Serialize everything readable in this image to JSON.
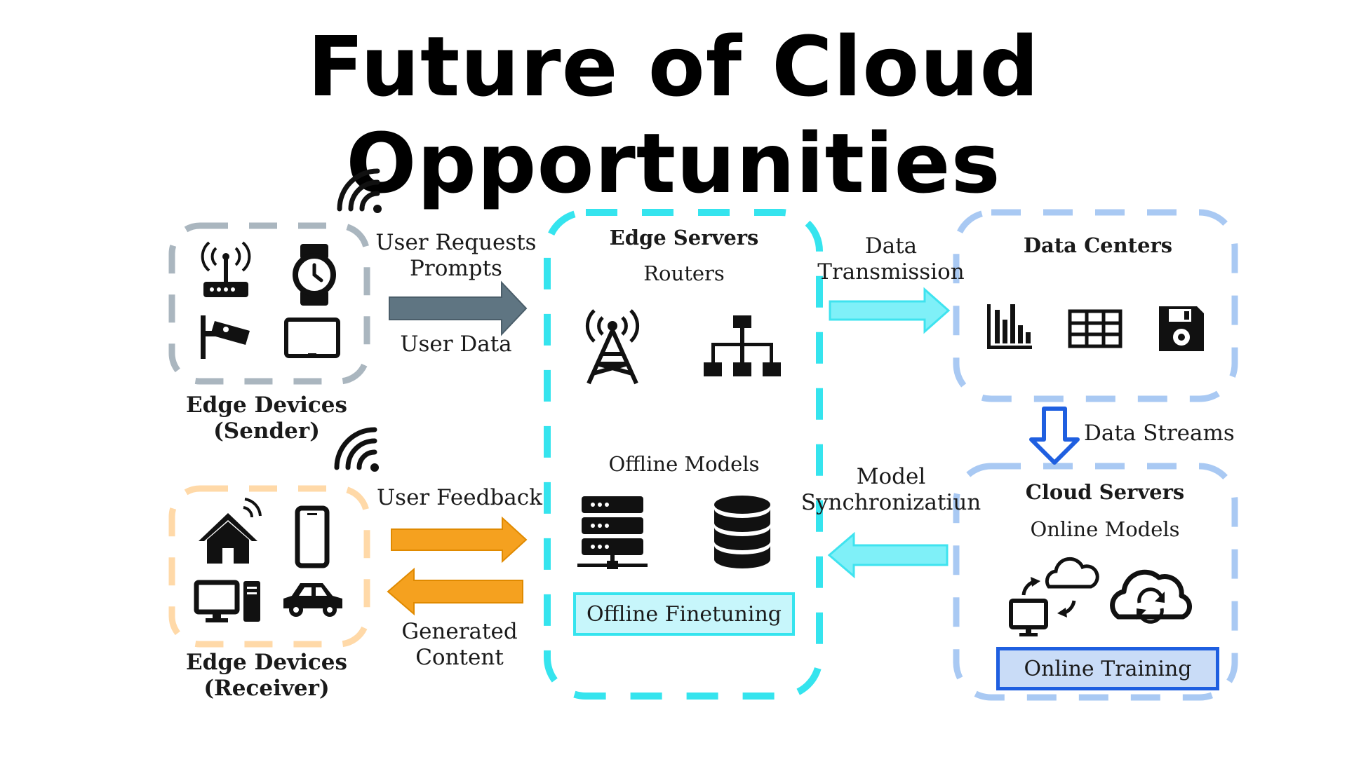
{
  "title": "Future of Cloud Opportunities",
  "colors": {
    "sender_border": "#aab6bf",
    "receiver_border": "#ffd9a8",
    "edge_server_border": "#35e4ee",
    "datacenter_border": "#a9c9f3",
    "cloud_border": "#a9c9f3",
    "gray_arrow": "#5f7582",
    "orange_arrow": "#f5a11f",
    "cyan_arrow": "#7ff0f8",
    "blue_arrow": "#1f5fe0",
    "finetune_fill": "#c7f6fb",
    "training_fill": "#c9dcf7"
  },
  "sender": {
    "label_line1": "Edge Devices",
    "label_line2": "(Sender)",
    "icons": [
      "router-icon",
      "smartwatch-icon",
      "security-camera-icon",
      "tablet-icon"
    ]
  },
  "receiver": {
    "label_line1": "Edge Devices",
    "label_line2": "(Receiver)",
    "icons": [
      "smart-home-icon",
      "phone-icon",
      "desktop-computer-icon",
      "car-icon"
    ]
  },
  "arrows": {
    "user_requests_line1": "User Requests",
    "user_requests_line2": "Prompts",
    "user_data": "User Data",
    "user_feedback": "User Feedback",
    "generated_line1": "Generated",
    "generated_line2": "Content",
    "data_transmission_line1": "Data",
    "data_transmission_line2": "Transmission",
    "model_sync_line1": "Model",
    "model_sync_line2": "Synchronizatiun",
    "data_streams": "Data Streams"
  },
  "edge_servers": {
    "title": "Edge Servers",
    "routers": "Routers",
    "offline_models": "Offline Models",
    "finetuning": "Offline Finetuning",
    "icons": [
      "cell-tower-icon",
      "network-hierarchy-icon",
      "server-rack-icon",
      "database-icon"
    ]
  },
  "data_centers": {
    "title": "Data Centers",
    "icons": [
      "bar-chart-icon",
      "table-grid-icon",
      "floppy-disk-icon"
    ]
  },
  "cloud_servers": {
    "title": "Cloud Servers",
    "online_models": "Online Models",
    "training": "Online Training",
    "icons": [
      "cloud-sync-computer-icon",
      "cloud-refresh-icon"
    ]
  }
}
